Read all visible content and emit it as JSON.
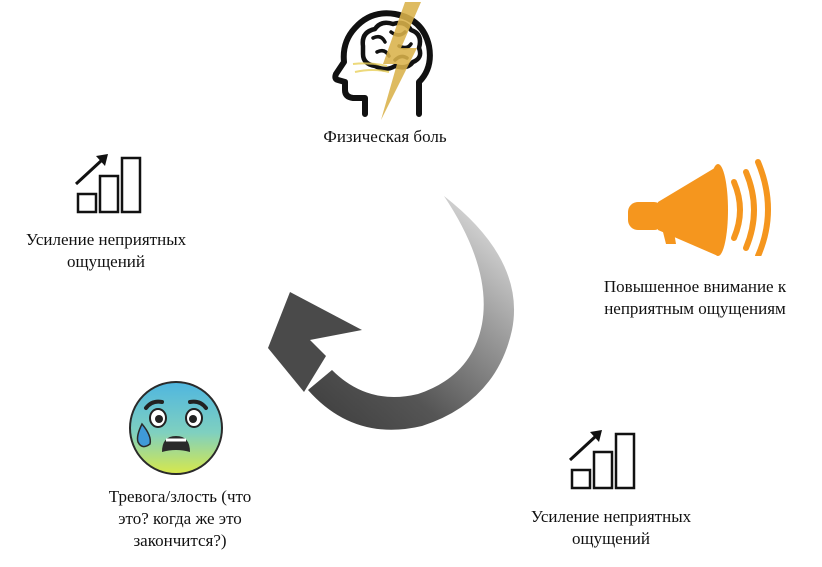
{
  "nodes": {
    "pain": {
      "label": "Физическая боль",
      "icon": "head-lightning-icon"
    },
    "attention": {
      "label_line1": "Повышенное внимание к",
      "label_line2": "неприятным ощущениям",
      "icon": "megaphone-icon"
    },
    "increase_bottom": {
      "label_line1": "Усиление неприятных",
      "label_line2": "ощущений",
      "icon": "rising-bars-icon"
    },
    "anxiety": {
      "label_line1": "Тревога/злость (что",
      "label_line2": "это? когда же это",
      "label_line3": "закончится?)",
      "icon": "anxious-face-icon"
    },
    "increase_left": {
      "label_line1": "Усиление неприятных",
      "label_line2": "ощущений",
      "icon": "rising-bars-icon"
    }
  },
  "colors": {
    "megaphone": "#f5961e",
    "lightning": "#d9b24a",
    "arrow_dark": "#4a4a4a",
    "arrow_light": "#d8d8d8",
    "face_top": "#4fb6e0",
    "face_bottom": "#d8e84a"
  }
}
